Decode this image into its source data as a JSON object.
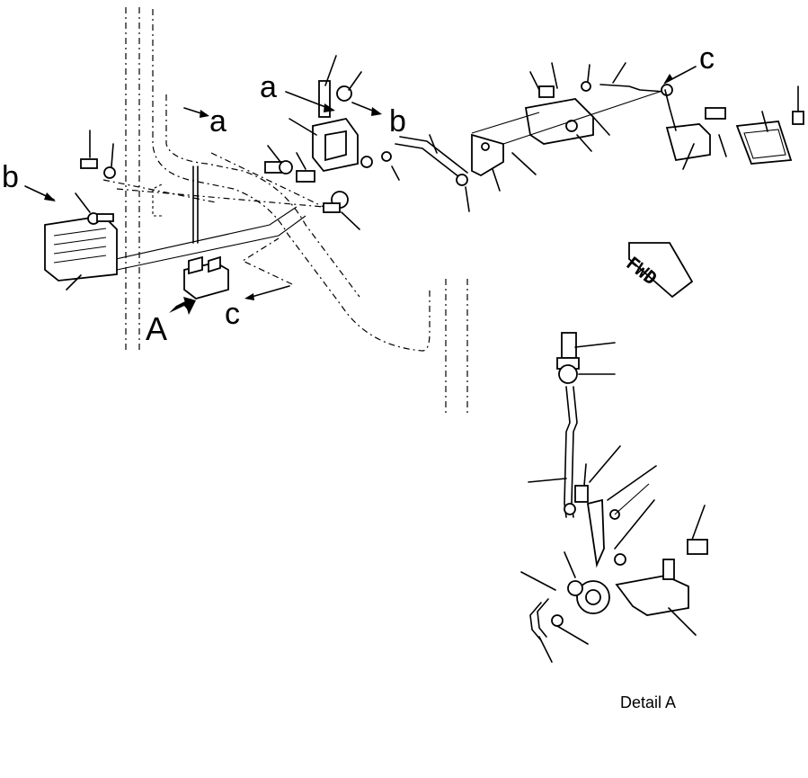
{
  "diagram": {
    "callouts": {
      "a1": "a",
      "a2": "a",
      "b1": "b",
      "b2": "b",
      "c1": "c",
      "c2": "c",
      "detail_arrow": "A"
    },
    "fwd_label": "FWD",
    "detail_caption": "Detail A"
  }
}
